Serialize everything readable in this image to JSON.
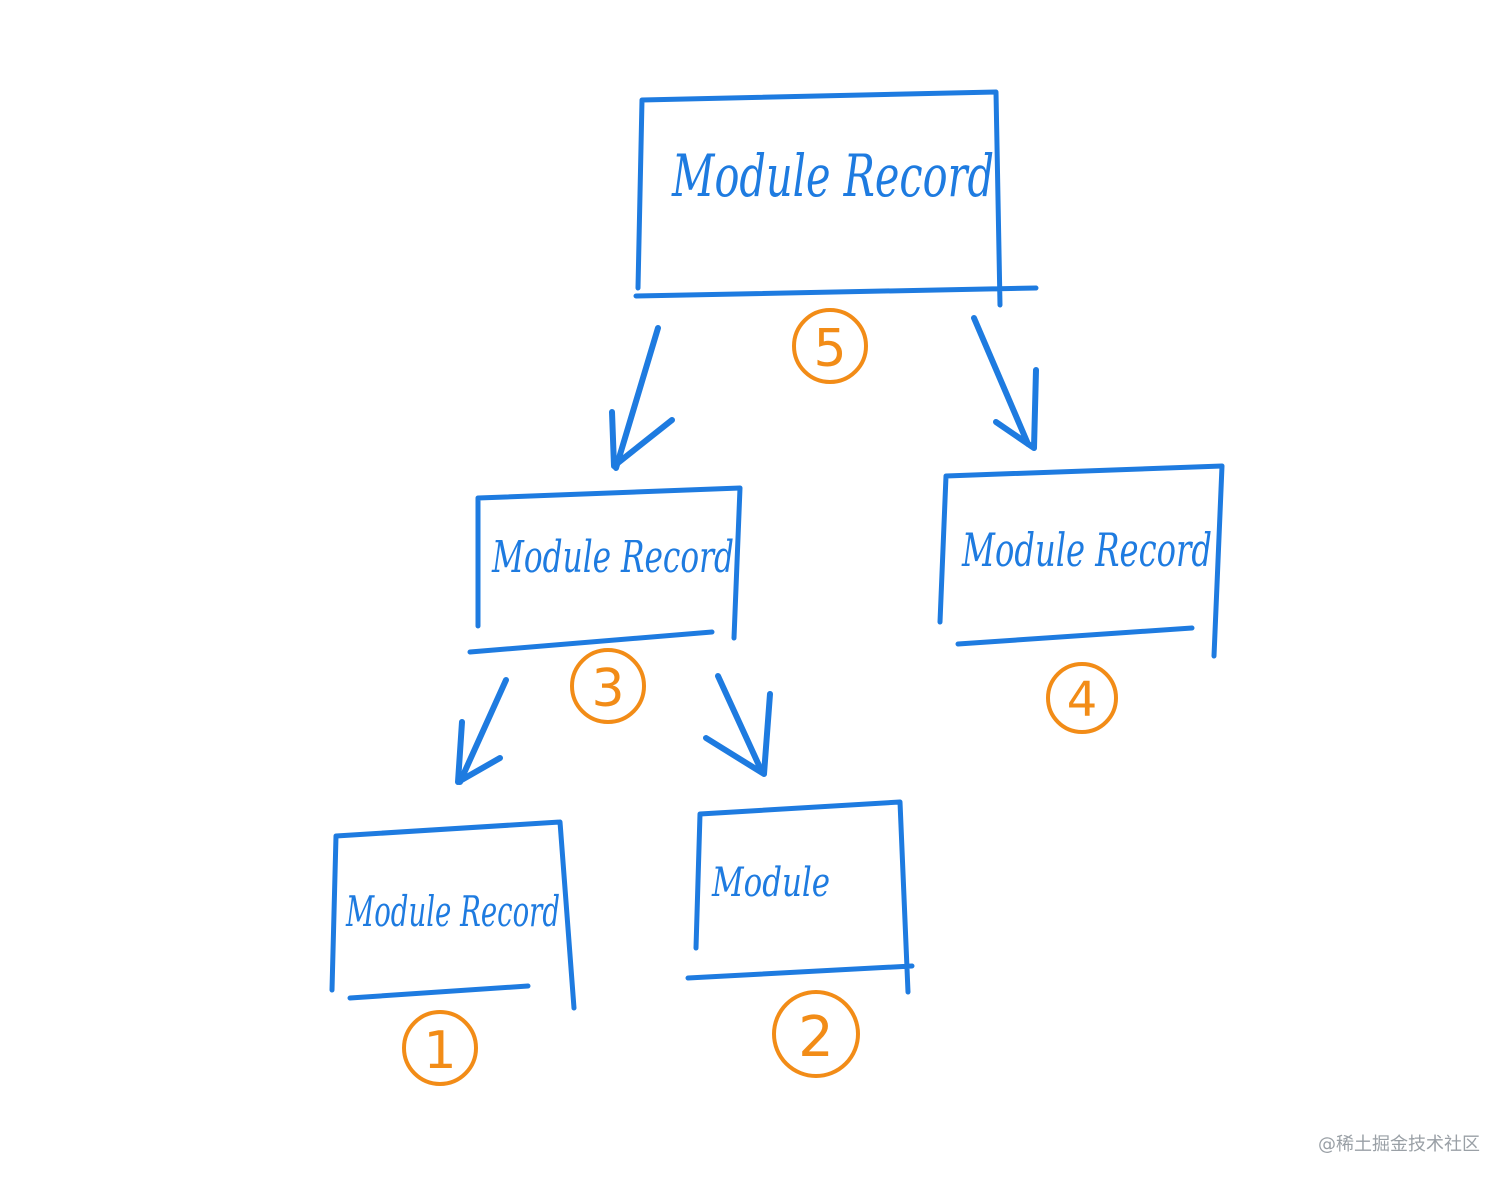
{
  "diagram": {
    "stroke_color": "#1e7be0",
    "number_color": "#f28c17",
    "nodes": [
      {
        "id": "top",
        "label": "Module Record",
        "number": "5"
      },
      {
        "id": "mid-left",
        "label": "Module Record",
        "number": "3"
      },
      {
        "id": "mid-right",
        "label": "Module Record",
        "number": "4"
      },
      {
        "id": "bottom-left",
        "label": "Module Record",
        "number": "1"
      },
      {
        "id": "bottom-right",
        "label": "Module",
        "number": "2"
      }
    ],
    "edges": [
      {
        "from": "top",
        "to": "mid-left"
      },
      {
        "from": "top",
        "to": "mid-right"
      },
      {
        "from": "mid-left",
        "to": "bottom-left"
      },
      {
        "from": "mid-left",
        "to": "bottom-right"
      }
    ]
  },
  "watermark": "@稀土掘金技术社区"
}
